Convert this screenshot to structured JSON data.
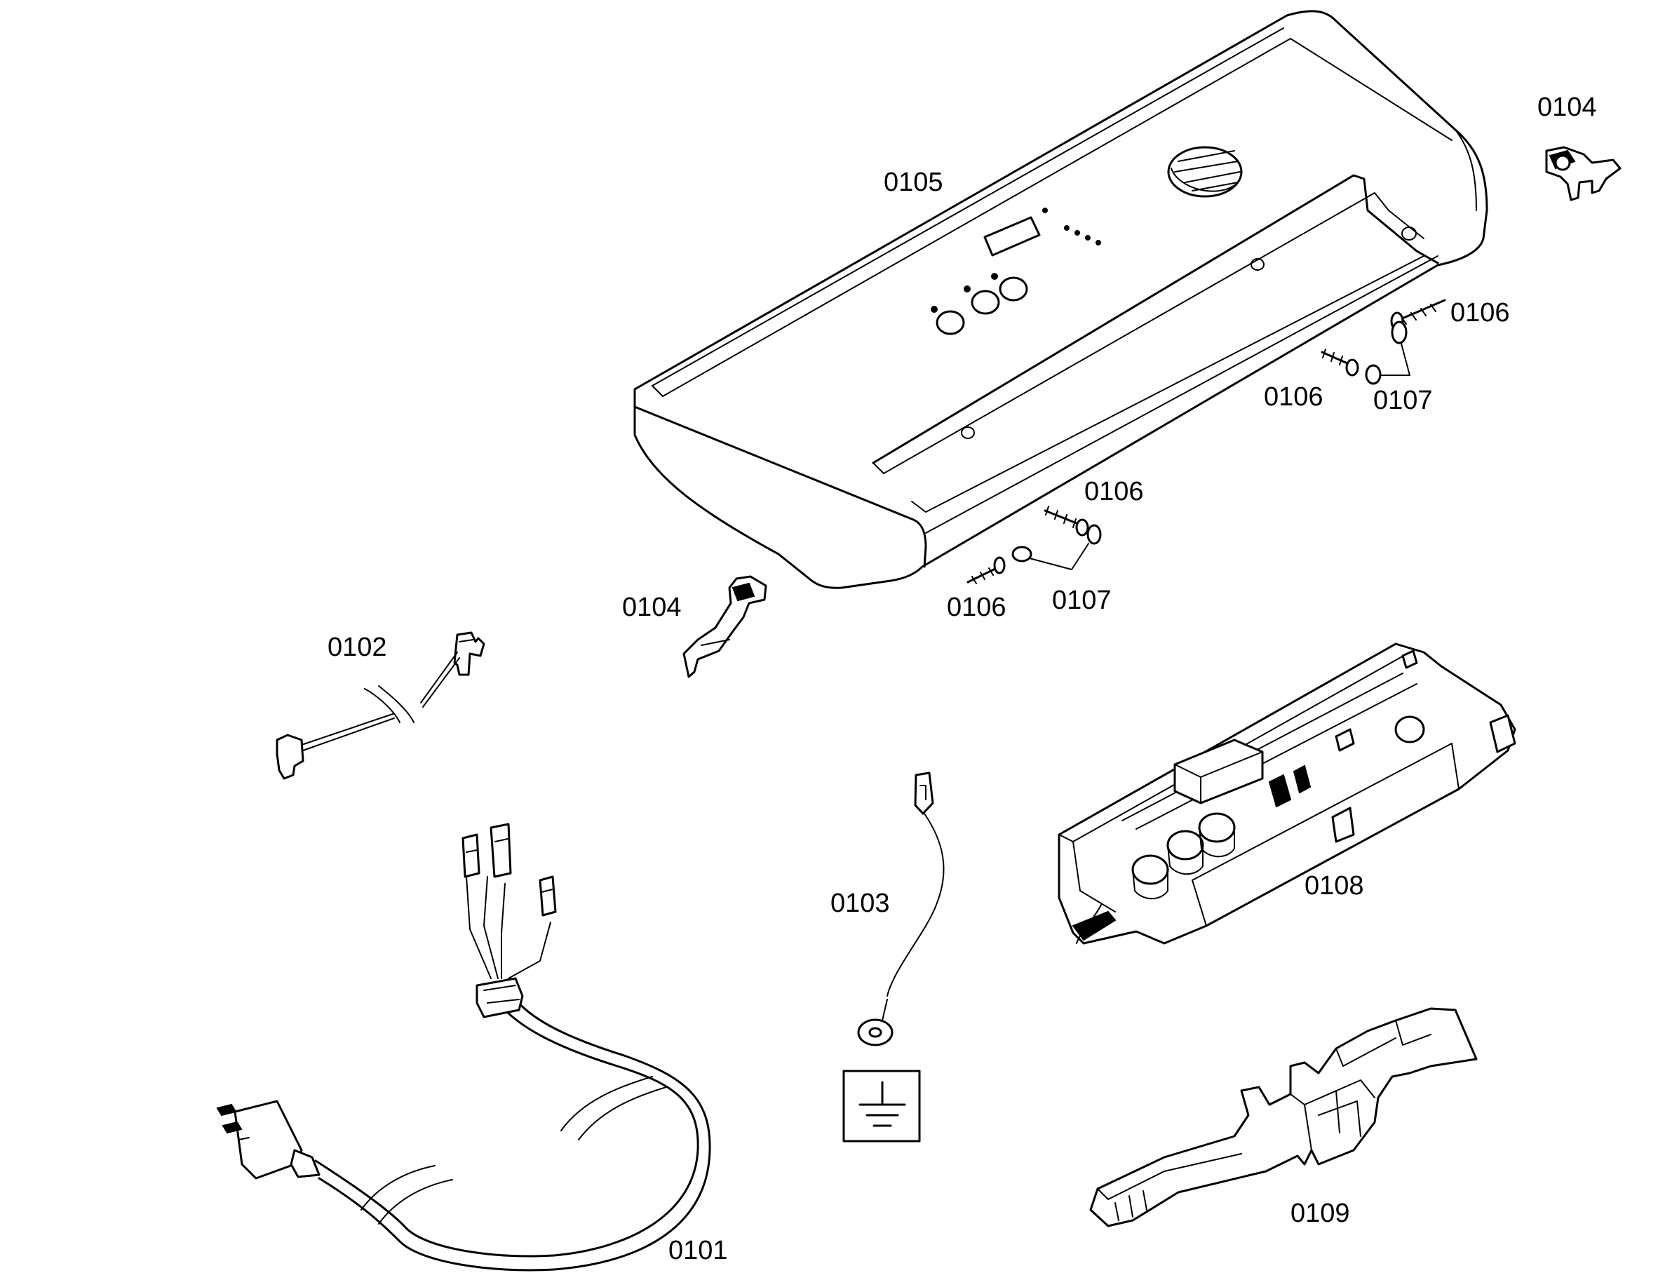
{
  "callouts": {
    "c0101": "0101",
    "c0102": "0102",
    "c0103": "0103",
    "c0104_top": "0104",
    "c0104_left": "0104",
    "c0105": "0105",
    "c0106_a": "0106",
    "c0106_b": "0106",
    "c0106_c": "0106",
    "c0106_d": "0106",
    "c0107_a": "0107",
    "c0107_b": "0107",
    "c0108": "0108",
    "c0109": "0109"
  },
  "icons": {
    "ground": "ground-symbol-icon"
  },
  "colors": {
    "line": "#000000",
    "background": "#ffffff"
  }
}
